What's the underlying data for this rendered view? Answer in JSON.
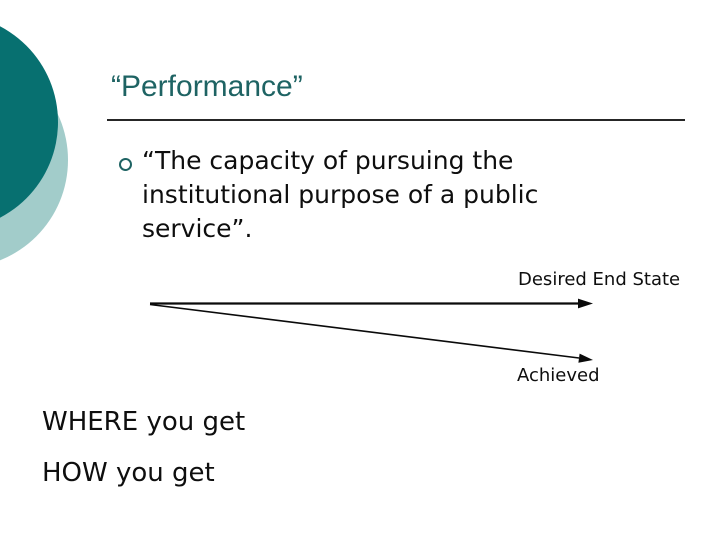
{
  "slide": {
    "title": "“Performance”",
    "bullet": {
      "text": "“The capacity of pursuing the\ninstitutional purpose of a public\nservice”."
    },
    "diagram": {
      "top_arrow_label": "Desired End State",
      "bottom_arrow_label": "Achieved"
    },
    "footer": {
      "where_line": "WHERE you get",
      "how_line": "HOW you get"
    }
  },
  "colors": {
    "title_teal": "#1E6363",
    "dark_circle_teal": "#077070",
    "light_circle_teal": "#A2CCCA",
    "body_text": "#0E0E0E",
    "arrow_black": "#0A0A0A"
  }
}
